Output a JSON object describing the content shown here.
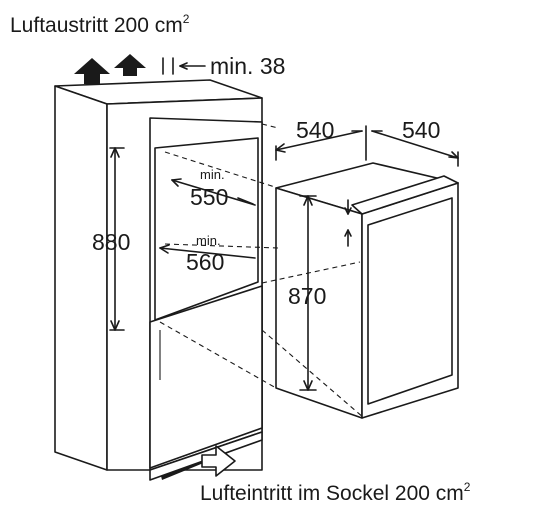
{
  "labels": {
    "air_outlet": "Luftaustritt 200 cm",
    "air_outlet_sup": "2",
    "air_inlet": "Lufteintritt  im Sockel 200 cm",
    "air_inlet_sup": "2",
    "top_gap": "min. 38",
    "niche_height": "880",
    "depth_min_label_1": "min.",
    "depth_min_value_1": "550",
    "depth_min_label_2": "min.",
    "depth_min_value_2": "560",
    "appliance_width": "540",
    "appliance_depth": "540",
    "appliance_height": "870"
  },
  "icons": {
    "outlet_arrows": "up-arrow-icon",
    "inlet_arrow": "right-arrow-icon"
  }
}
